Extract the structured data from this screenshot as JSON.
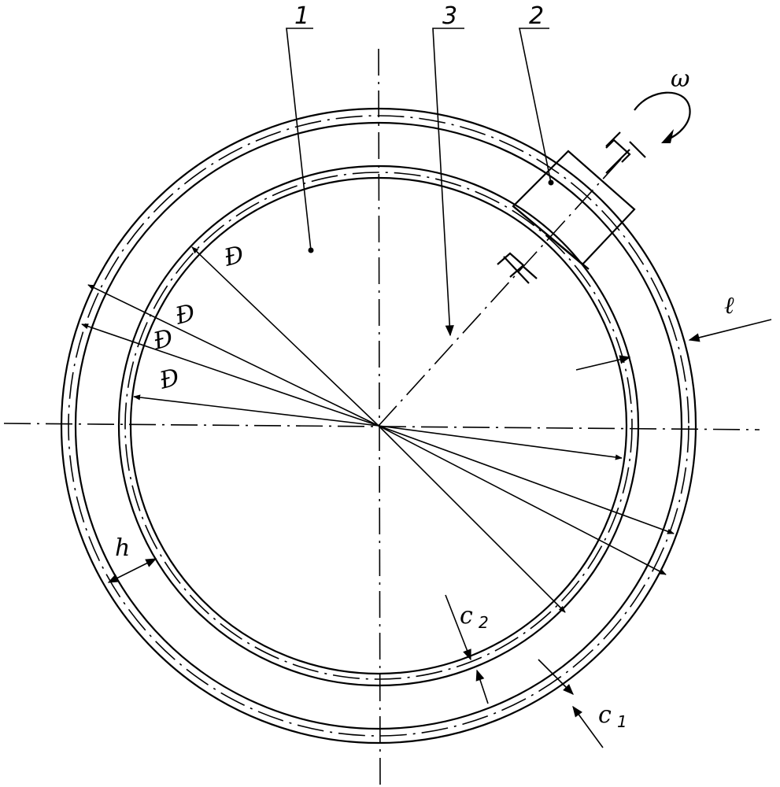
{
  "figure": {
    "callouts": {
      "part1": "1",
      "part2": "2",
      "part3": "3"
    },
    "symbols": {
      "omega": "ω",
      "l": "ℓ",
      "h": "h",
      "c1": "c",
      "c1_sub": "1",
      "c2": "c",
      "c2_sub": "2"
    },
    "diameter_labels": [
      "Đ",
      "Đ",
      "Đ",
      "Đ"
    ]
  }
}
